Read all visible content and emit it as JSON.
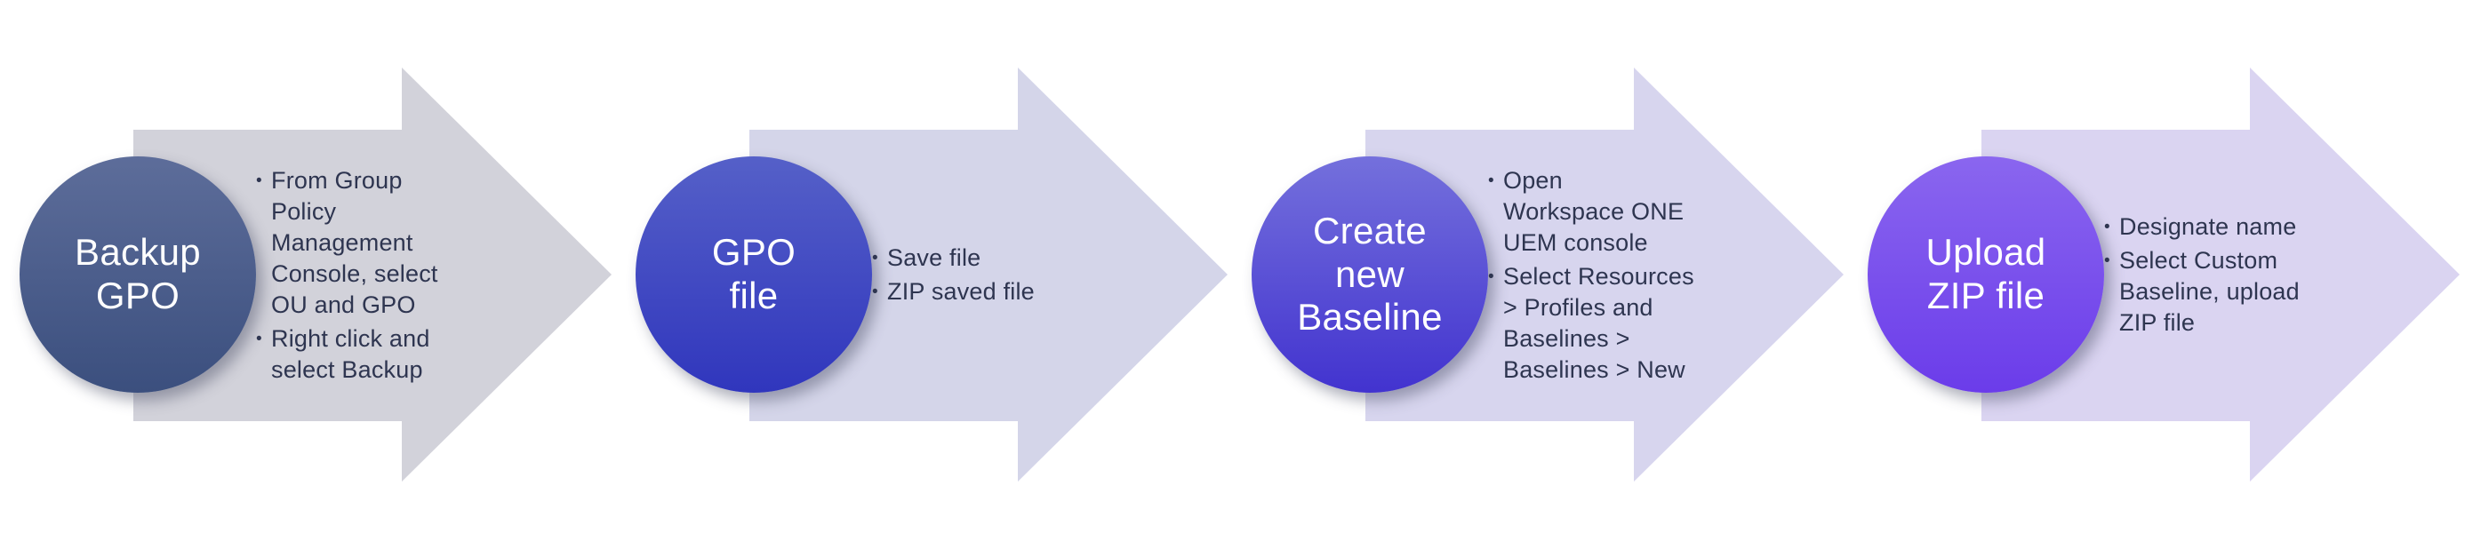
{
  "ui": {
    "bullet_char": "•"
  },
  "diagram": {
    "background": "#ffffff",
    "detail_text_color": "#2e3550",
    "label_text_color": "#ffffff",
    "steps": [
      {
        "label": "Backup\nGPO",
        "bullets": [
          "From Group\nPolicy\nManagement\nConsole, select\nOU and GPO",
          "Right click and\nselect Backup"
        ],
        "colors": {
          "circle_top": "#5d6d9a",
          "circle_bottom": "#3b4f7e",
          "arrow": "#d2d2da"
        }
      },
      {
        "label": "GPO\nfile",
        "bullets": [
          "Save file",
          "ZIP saved file"
        ],
        "colors": {
          "circle_top": "#5560c8",
          "circle_bottom": "#3036bd",
          "arrow": "#d4d5e9"
        }
      },
      {
        "label": "Create\nnew\nBaseline",
        "bullets": [
          "Open\nWorkspace ONE\nUEM console",
          "Select Resources\n> Profiles and\nBaselines >\nBaselines > New"
        ],
        "colors": {
          "circle_top": "#7470dc",
          "circle_bottom": "#4233cf",
          "arrow": "#d7d5ee"
        }
      },
      {
        "label": "Upload\nZIP file",
        "bullets": [
          "Designate name",
          "Select Custom\nBaseline, upload\nZIP file"
        ],
        "colors": {
          "circle_top": "#8a66ef",
          "circle_bottom": "#6b3cea",
          "arrow": "#dad4f1"
        }
      }
    ]
  }
}
